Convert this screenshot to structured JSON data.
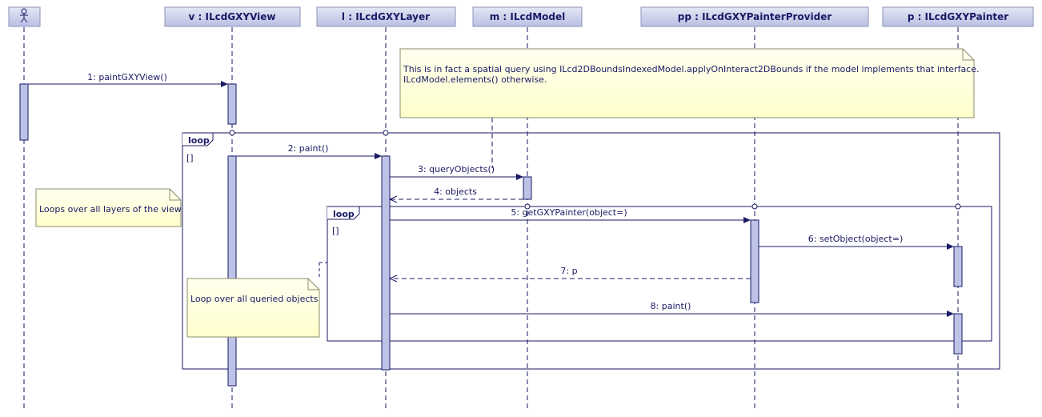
{
  "lifelines": [
    {
      "id": "actor",
      "label": ""
    },
    {
      "id": "v",
      "label": "v : ILcdGXYView"
    },
    {
      "id": "l",
      "label": "l : ILcdGXYLayer"
    },
    {
      "id": "m",
      "label": "m : ILcdModel"
    },
    {
      "id": "pp",
      "label": "pp : ILcdGXYPainterProvider"
    },
    {
      "id": "p",
      "label": "p : ILcdGXYPainter"
    }
  ],
  "messages": [
    {
      "id": "m1",
      "label": "1: paintGXYView()"
    },
    {
      "id": "m2",
      "label": "2: paint()"
    },
    {
      "id": "m3",
      "label": "3: queryObjects()"
    },
    {
      "id": "m4",
      "label": "4: objects"
    },
    {
      "id": "m5",
      "label": "5: getGXYPainter(object=)"
    },
    {
      "id": "m6",
      "label": "6: setObject(object=)"
    },
    {
      "id": "m7",
      "label": "7: p"
    },
    {
      "id": "m8",
      "label": "8: paint()"
    }
  ],
  "fragments": [
    {
      "id": "outer",
      "keyword": "loop",
      "guard": "[]"
    },
    {
      "id": "inner",
      "keyword": "loop",
      "guard": "[]"
    }
  ],
  "notes": {
    "query_line1": "This is in fact a spatial query using ILcd2DBoundsIndexedModel.applyOnInteract2DBounds if the model implements that interface.",
    "query_line2": "ILcdModel.elements() otherwise.",
    "layers": "Loops over all layers of the view",
    "objects": "Loop over all queried objects"
  },
  "colors": {
    "line": "#1a1a66",
    "header_fill": "#c5cbe6",
    "activation_fill": "#bcc3e6",
    "note_fill": "#ffffd2"
  }
}
